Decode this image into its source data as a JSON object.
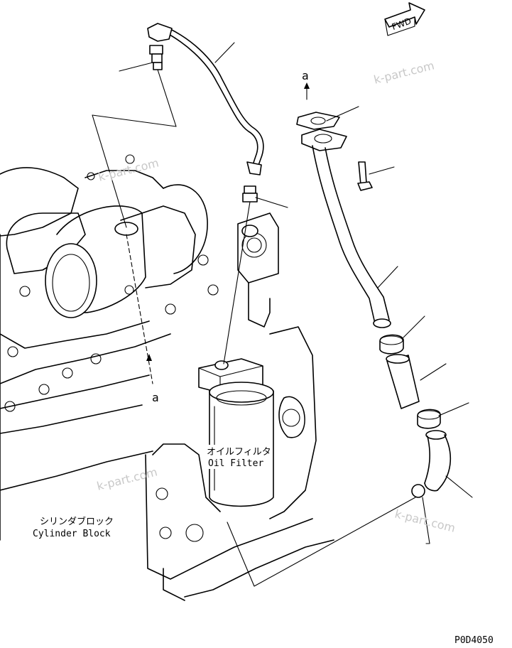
{
  "labels": {
    "oil_filter_jp": "オイルフィルタ",
    "oil_filter_en": "Oil Filter",
    "cylinder_block_jp": "シリンダブロック",
    "cylinder_block_en": "Cylinder Block",
    "ref_a_top": "a",
    "ref_a_bottom": "a",
    "fwd": "FWD",
    "drawing_code": "P0D4050"
  },
  "watermarks": [
    "k-part.com",
    "k-part.com",
    "k-part.com",
    "k-part.com"
  ],
  "colors": {
    "ink": "#000000",
    "paper": "#ffffff",
    "watermark": "#c8c8c8"
  }
}
